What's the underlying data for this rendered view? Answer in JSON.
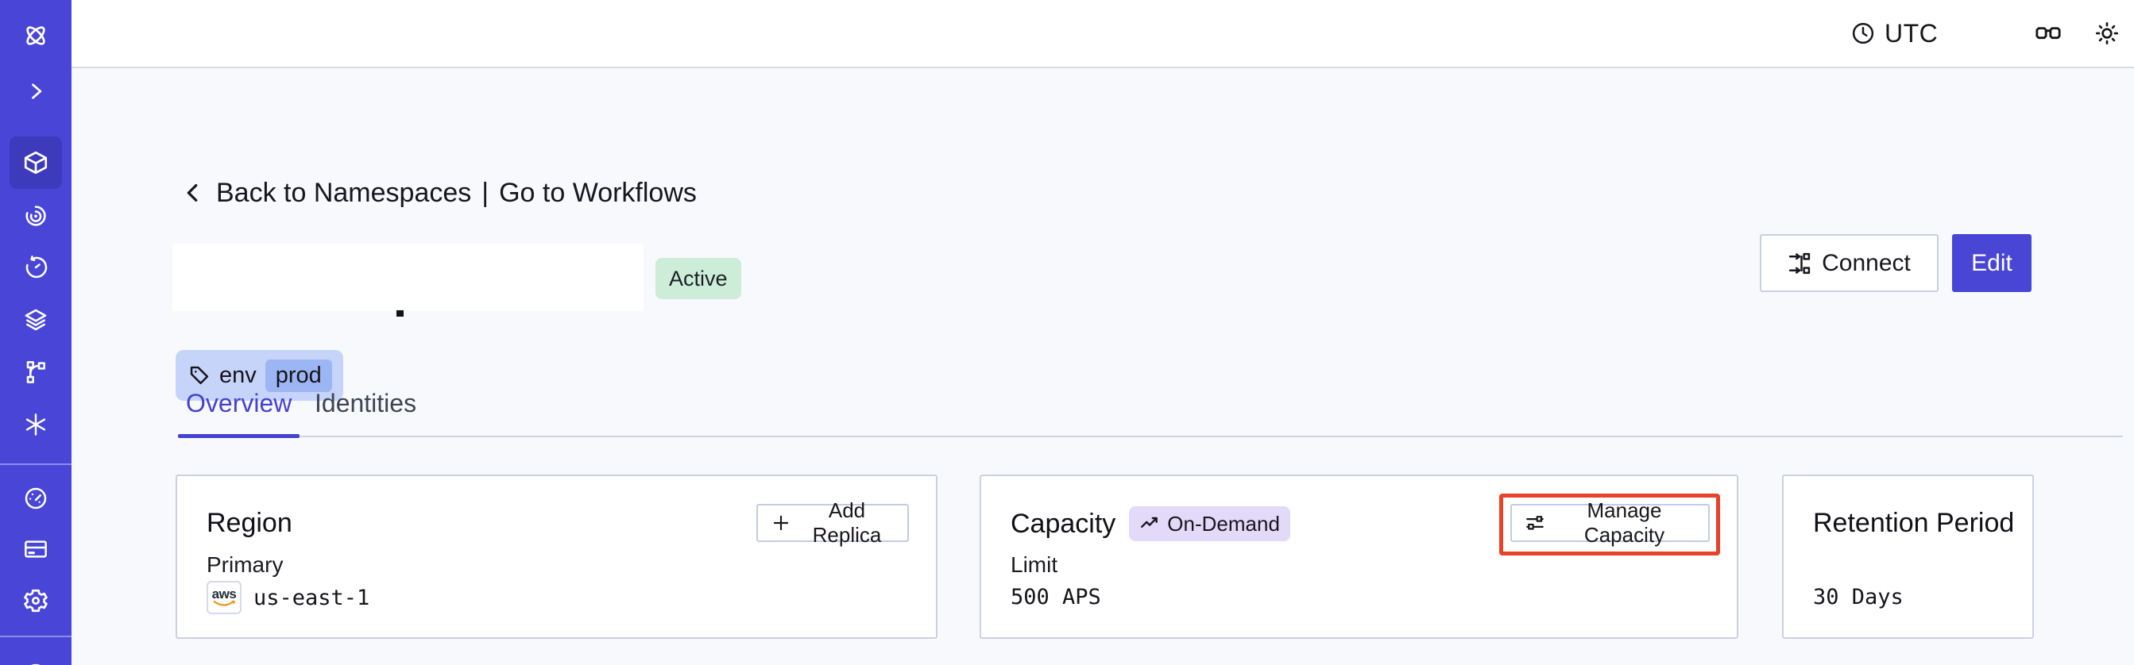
{
  "colors": {
    "sidebar_bg": "#4946d7",
    "sidebar_selected_bg": "#3d3abb",
    "topbar_border": "#d8dce8",
    "content_bg": "#f8f9fc",
    "accent_indigo": "#4946d6",
    "active_badge_bg": "#cdedd8",
    "tag_bg": "#c6d4f9",
    "tag_value_bg": "#9cb6f3",
    "ondemand_badge_bg": "#e3dafa",
    "annotation_red": "#e8432a",
    "card_border": "#cad1e2",
    "aws_orange": "#f19322"
  },
  "sidebar": {
    "items": [
      {
        "icon": "temporal-logo"
      },
      {
        "icon": "expand-chevron"
      },
      {
        "icon": "namespaces-cube",
        "selected": true
      },
      {
        "icon": "workflows-spiral"
      },
      {
        "icon": "schedules-timer"
      },
      {
        "icon": "deployments-layers"
      },
      {
        "icon": "nexus-branch"
      },
      {
        "icon": "batch-asterisk"
      },
      {
        "icon": "usage-gauge"
      },
      {
        "icon": "billing-card"
      },
      {
        "icon": "settings-gear"
      },
      {
        "icon": "support-circle"
      }
    ]
  },
  "topbar": {
    "timezone": "UTC",
    "icons": [
      "clock-icon",
      "glasses-icon",
      "sun-icon",
      "user-avatar"
    ]
  },
  "breadcrumb": {
    "back": "Back to Namespaces",
    "separator": "|",
    "forward": "Go to Workflows"
  },
  "namespace_header": {
    "status": "Active",
    "tag": {
      "key": "env",
      "value": "prod"
    },
    "connect_label": "Connect",
    "edit_label": "Edit"
  },
  "tabs": [
    {
      "label": "Overview",
      "active": true
    },
    {
      "label": "Identities",
      "active": false
    }
  ],
  "cards": {
    "region": {
      "title": "Region",
      "button_label": "Add Replica",
      "label": "Primary",
      "provider": "aws",
      "value": "us-east-1"
    },
    "capacity": {
      "title": "Capacity",
      "badge": "On-Demand",
      "button_label": "Manage Capacity",
      "label": "Limit",
      "value": "500 APS",
      "annotated": true
    },
    "retention": {
      "title": "Retention Period",
      "value": "30 Days"
    }
  }
}
